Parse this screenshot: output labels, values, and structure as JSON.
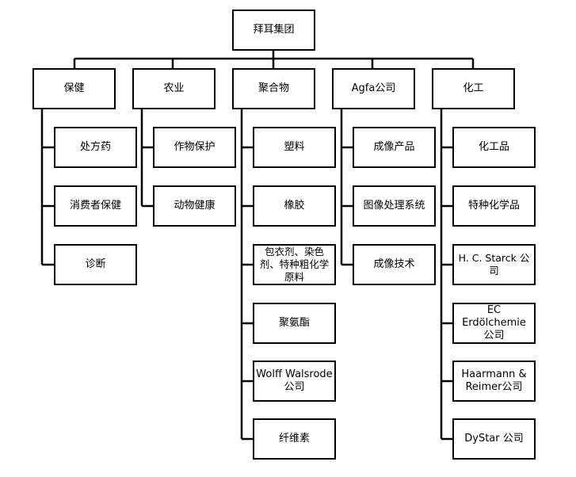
{
  "root": "拜耳集团",
  "divisions": [
    {
      "label": "保健",
      "children": [
        "处方药",
        "消费者保健",
        "诊断"
      ]
    },
    {
      "label": "农业",
      "children": [
        "作物保护",
        "动物健康"
      ]
    },
    {
      "label": "聚合物",
      "children": [
        "塑料",
        "橡胶",
        "包衣剂、染色剂、特种粗化学原料",
        "聚氨酯",
        "Wolff Walsrode 公司",
        "纤维素"
      ]
    },
    {
      "label": "Agfa公司",
      "children": [
        "成像产品",
        "图像处理系统",
        "成像技术"
      ]
    },
    {
      "label": "化工",
      "children": [
        "化工品",
        "特种化学品",
        "H. C. Starck 公司",
        "EC Erdölchemie 公司",
        "Haarmann & Reimer公司",
        "DyStar 公司"
      ]
    }
  ]
}
